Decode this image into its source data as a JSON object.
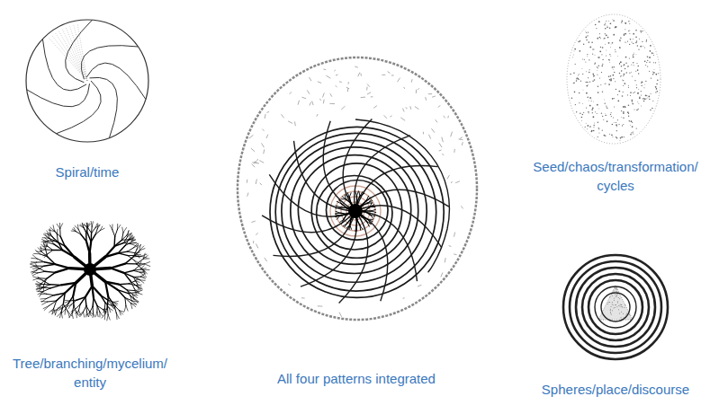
{
  "diagram": {
    "labels": [
      "Spiral/time",
      "Seed/chaos/transformation/ cycles",
      "Tree/branching/mycelium/ entity",
      "All four patterns integrated",
      "Spheres/place/discourse"
    ]
  }
}
